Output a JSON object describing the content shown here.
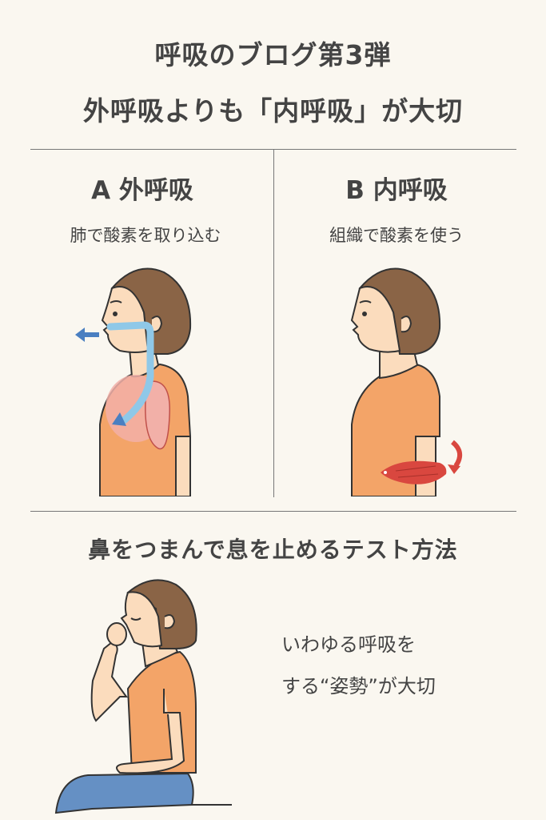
{
  "header": {
    "title_line1": "呼吸のブログ第3弾",
    "title_line2": "外呼吸よりも「内呼吸」が大切"
  },
  "columns": [
    {
      "label": "A 外呼吸",
      "subtitle": "肺で酸素を取り込む",
      "illustration": "woman-profile-breathing-lungs"
    },
    {
      "label": "B 内呼吸",
      "subtitle": "組織で酸素を使う",
      "illustration": "woman-profile-muscle-tissue"
    }
  ],
  "test_section": {
    "title": "鼻をつまんで息を止めるテスト方法",
    "note_line1": "いわゆる呼吸を",
    "note_line2": "する“姿勢”が大切",
    "illustration": "seated-woman-pinching-nose"
  },
  "colors": {
    "background": "#faf7f0",
    "text": "#444444",
    "hair": "#8a6446",
    "skin": "#fbdcbd",
    "shirt": "#f3a468",
    "lungs": "#f2b0a8",
    "airflow": "#8fc8e8",
    "arrow": "#4a7fc1",
    "muscle": "#d9473f",
    "pants": "#6590c4"
  }
}
